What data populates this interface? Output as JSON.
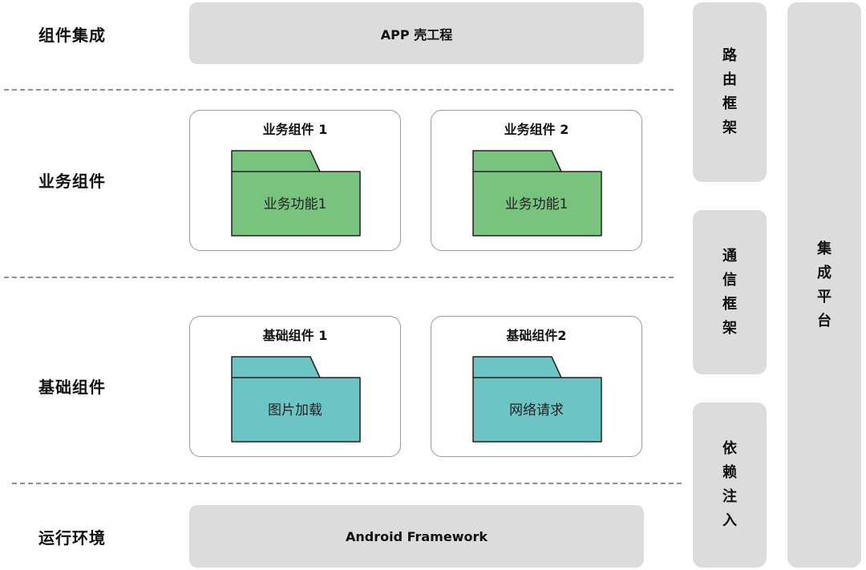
{
  "layers": {
    "integration": "组件集成",
    "business": "业务组件",
    "base": "基础组件",
    "runtime": "运行环境"
  },
  "app_shell": "APP 壳工程",
  "framework": "Android Framework",
  "business_components": [
    {
      "title": "业务组件 1",
      "folder": "业务功能1"
    },
    {
      "title": "业务组件 2",
      "folder": "业务功能1"
    }
  ],
  "base_components": [
    {
      "title": "基础组件 1",
      "folder": "图片加载"
    },
    {
      "title": "基础组件2",
      "folder": "网络请求"
    }
  ],
  "side": {
    "router": [
      "路",
      "由",
      "框",
      "架"
    ],
    "comm": [
      "通",
      "信",
      "框",
      "架"
    ],
    "di": [
      "依",
      "赖",
      "注",
      "入"
    ],
    "platform": [
      "集",
      "成",
      "平",
      "台"
    ]
  },
  "colors": {
    "business_folder": "#78c47e",
    "base_folder": "#6cc4c4",
    "gray_box": "#dcdcdc",
    "folder_outline": "#222222"
  }
}
